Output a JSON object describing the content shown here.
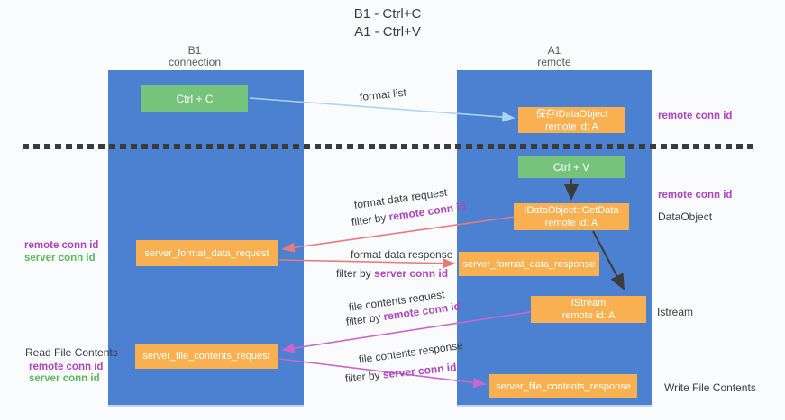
{
  "title": {
    "line1": "B1 - Ctrl+C",
    "line2": "A1 - Ctrl+V"
  },
  "lanes": {
    "left": {
      "name": "B1",
      "role": "connection"
    },
    "right": {
      "name": "A1",
      "role": "remote"
    }
  },
  "nodes": {
    "ctrl_c": {
      "label": "Ctrl + C"
    },
    "save_idataobject": {
      "line1": "保存IDataObject",
      "line2": "remote id: A"
    },
    "ctrl_v": {
      "label": "Ctrl + V"
    },
    "getdata": {
      "line1": "IDataObject::GetData",
      "line2": "remote id: A"
    },
    "server_format_data_request": {
      "label": "server_format_data_request"
    },
    "server_format_data_response": {
      "label": "server_format_data_response"
    },
    "istream": {
      "line1": "IStream",
      "line2": "remote id: A"
    },
    "server_file_contents_request": {
      "label": "server_file_contents_request"
    },
    "server_file_contents_response": {
      "label": "server_file_contents_response"
    }
  },
  "edge_labels": {
    "format_list": "format list",
    "format_data_request": "format data request",
    "filter_remote_1": {
      "prefix": "filter by ",
      "id": "remote conn id"
    },
    "format_data_response": "format data response",
    "filter_server_1": {
      "prefix": "filter by ",
      "id": "server conn id"
    },
    "file_contents_request": "file contents request",
    "filter_remote_2": {
      "prefix": "filter by ",
      "id": "remote conn id"
    },
    "file_contents_response": "file contents response",
    "filter_server_2": {
      "prefix": "filter by ",
      "id": "server conn id"
    }
  },
  "side_labels": {
    "right_remote_conn_1": "remote conn id",
    "right_remote_conn_2": "remote conn id",
    "dataobject": "DataObject",
    "istream": "Istream",
    "write_file_contents": "Write File Contents",
    "left_remote_conn_1": "remote conn id",
    "left_server_conn_1": "server conn id",
    "read_file_contents": "Read File Contents",
    "left_remote_conn_2": "remote conn id",
    "left_server_conn_2": "server conn id"
  },
  "colors": {
    "lane_blue": "#4c80d0",
    "node_green": "#76c47c",
    "node_orange": "#f9b050",
    "purple_text": "#ab47bc",
    "green_text": "#5cb85c",
    "arrow_salmon": "#e77b7b",
    "arrow_magenta": "#cc66cc",
    "arrow_light_blue": "#aad4f3",
    "arrow_black": "#3c3c3c"
  }
}
